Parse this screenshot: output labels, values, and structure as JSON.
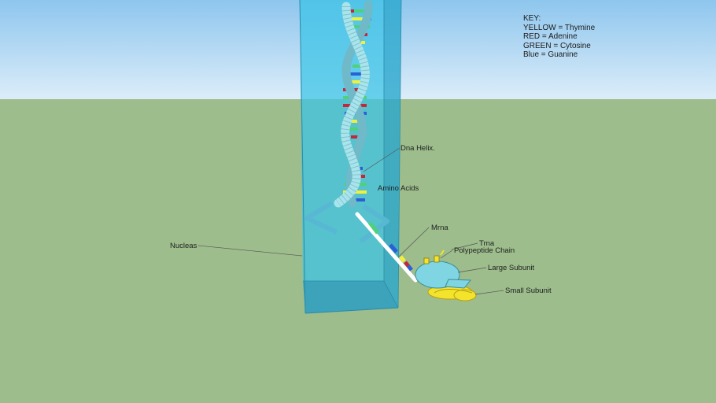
{
  "colors": {
    "sky_top": "#8ec6ee",
    "sky_bottom": "#d8ecf9",
    "ground": "#9dbd8c",
    "nucleus_front": "#39c3e6",
    "nucleus_side": "#2aa7cd",
    "helix": "#9edfe8",
    "thymine": "#f2f03a",
    "adenine": "#c2283b",
    "cytosine": "#4fd07a",
    "guanine": "#2a5fd6",
    "ribosome_large": "#7fd6e2",
    "ribosome_small": "#f4e32d"
  },
  "key": {
    "title": "KEY:",
    "items": [
      "YELLOW = Thymine",
      "RED = Adenine",
      "GREEN = Cytosine",
      "Blue = Guanine"
    ]
  },
  "labels": {
    "dna_helix": "Dna Helix.",
    "amino_acids": "Amino Acids",
    "mrna": "Mrna",
    "trna": "Trna",
    "polypeptide_chain": "Polypeptide Chain",
    "large_subunit": "Large Subunit",
    "small_subunit": "Small Subunit",
    "nucleas": "Nucleas"
  }
}
